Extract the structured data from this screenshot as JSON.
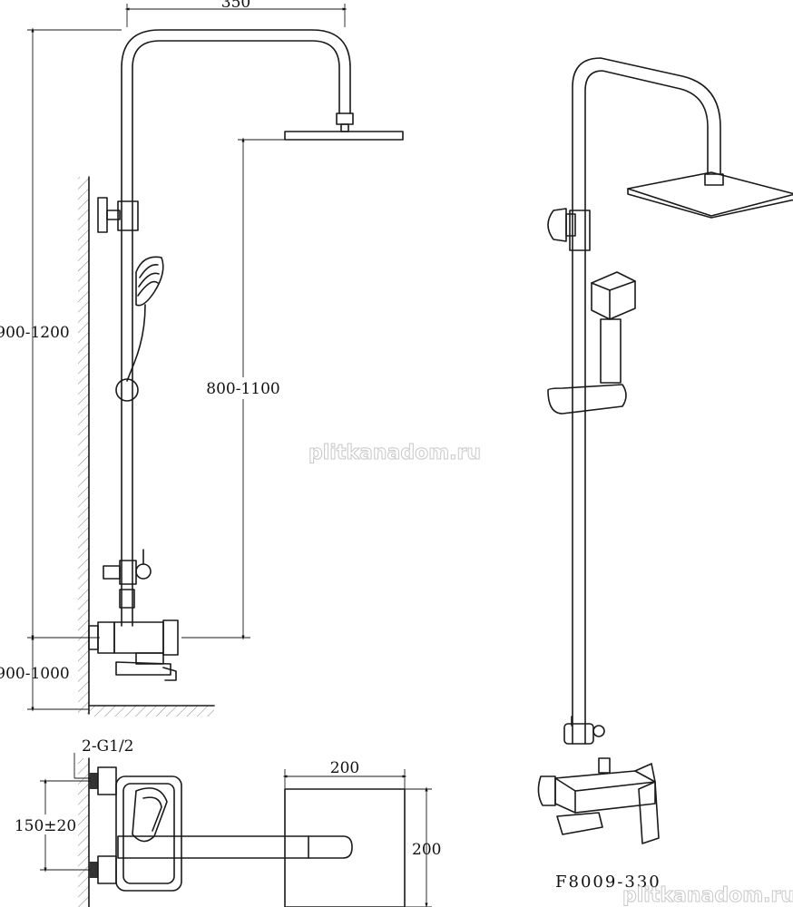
{
  "dimensions": {
    "top_width": "350",
    "total_height": "900-1200",
    "head_height": "800-1100",
    "mixer_height": "900-1000",
    "inlet_thread": "2-G1/2",
    "inlet_spacing": "150±20",
    "spout_width": "200",
    "spout_depth": "200"
  },
  "model": "F8009-330",
  "watermark": {
    "center": "plitkanadom.ru",
    "corner": "plitkanadom.ru"
  }
}
